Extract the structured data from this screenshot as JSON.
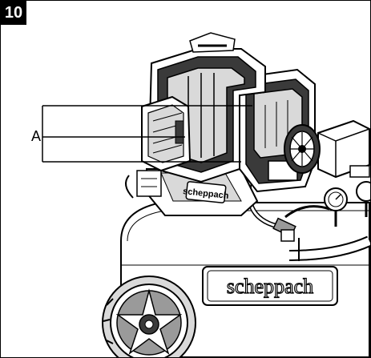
{
  "figure": {
    "number": "10",
    "callout_label": "A"
  },
  "brand": {
    "pump_label": "scheppach",
    "tank_label": "scheppach"
  },
  "colors": {
    "line": "#000000",
    "background": "#ffffff",
    "mid_gray": "#9a9a9a",
    "light_gray": "#d9d9d9",
    "dark_gray": "#3a3a3a"
  }
}
